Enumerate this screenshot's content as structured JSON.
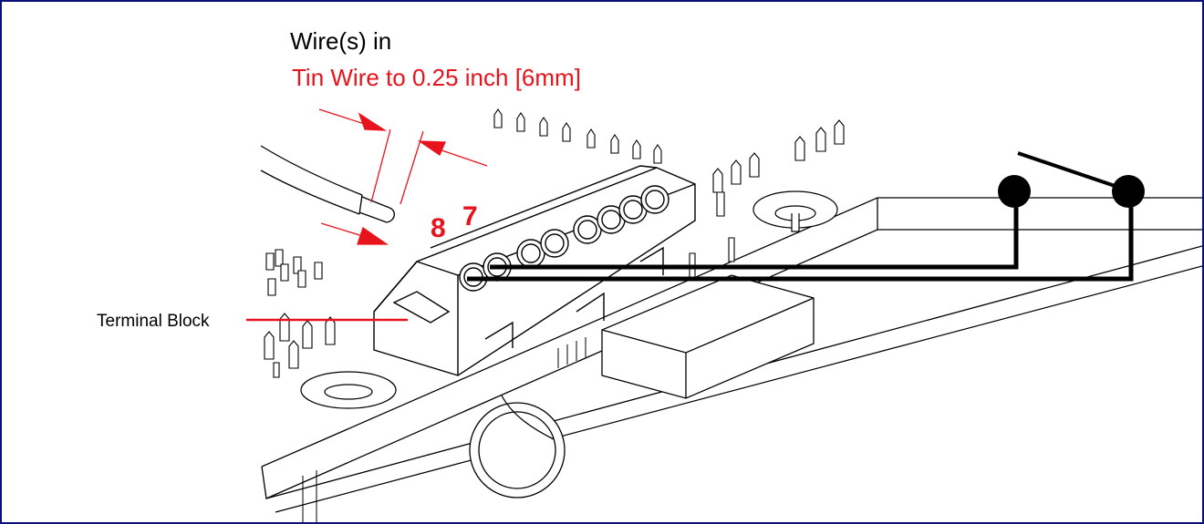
{
  "labels": {
    "wire_in": "Wire(s) in",
    "tin_wire": "Tin Wire to 0.25 inch [6mm]",
    "terminal_block": "Terminal Block",
    "terminal_8": "8",
    "terminal_7": "7"
  },
  "colors": {
    "frame": "#0b0f7a",
    "annotation_red": "#e8141b",
    "ink": "#000000"
  },
  "icons": {
    "switch": "switch-icon"
  }
}
